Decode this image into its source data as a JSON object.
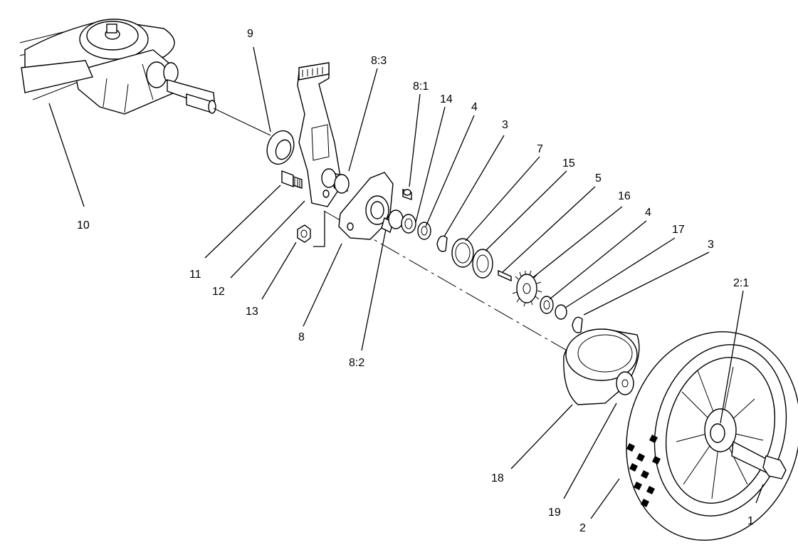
{
  "callouts": {
    "c1": "1",
    "c2": "2",
    "c2_1": "2:1",
    "c3a": "3",
    "c3b": "3",
    "c4a": "4",
    "c4b": "4",
    "c5": "5",
    "c7": "7",
    "c8": "8",
    "c8_1": "8:1",
    "c8_2": "8:2",
    "c8_3": "8:3",
    "c9": "9",
    "c10": "10",
    "c11": "11",
    "c12": "12",
    "c13": "13",
    "c14": "14",
    "c15": "15",
    "c16": "16",
    "c17": "17",
    "c18": "18",
    "c19": "19"
  }
}
